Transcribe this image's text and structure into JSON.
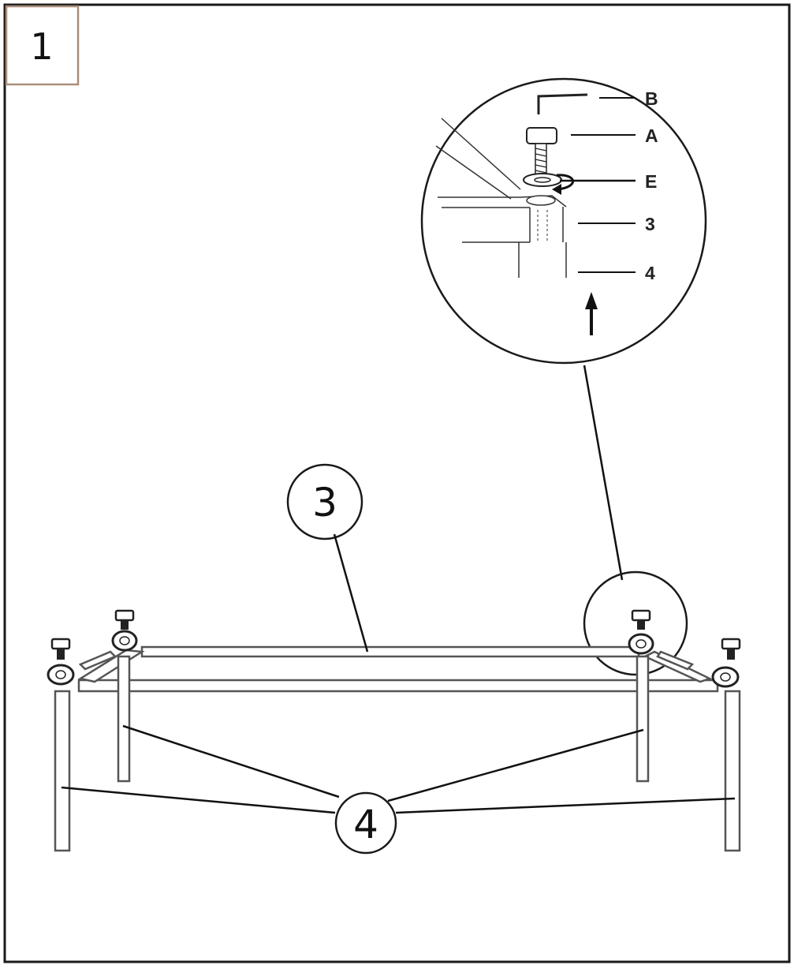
{
  "step": {
    "number": "1"
  },
  "callouts": {
    "frame_part": "3",
    "leg_part": "4"
  },
  "detail": {
    "labels": {
      "b": "B",
      "a": "A",
      "e": "E",
      "p3": "3",
      "p4": "4"
    }
  }
}
